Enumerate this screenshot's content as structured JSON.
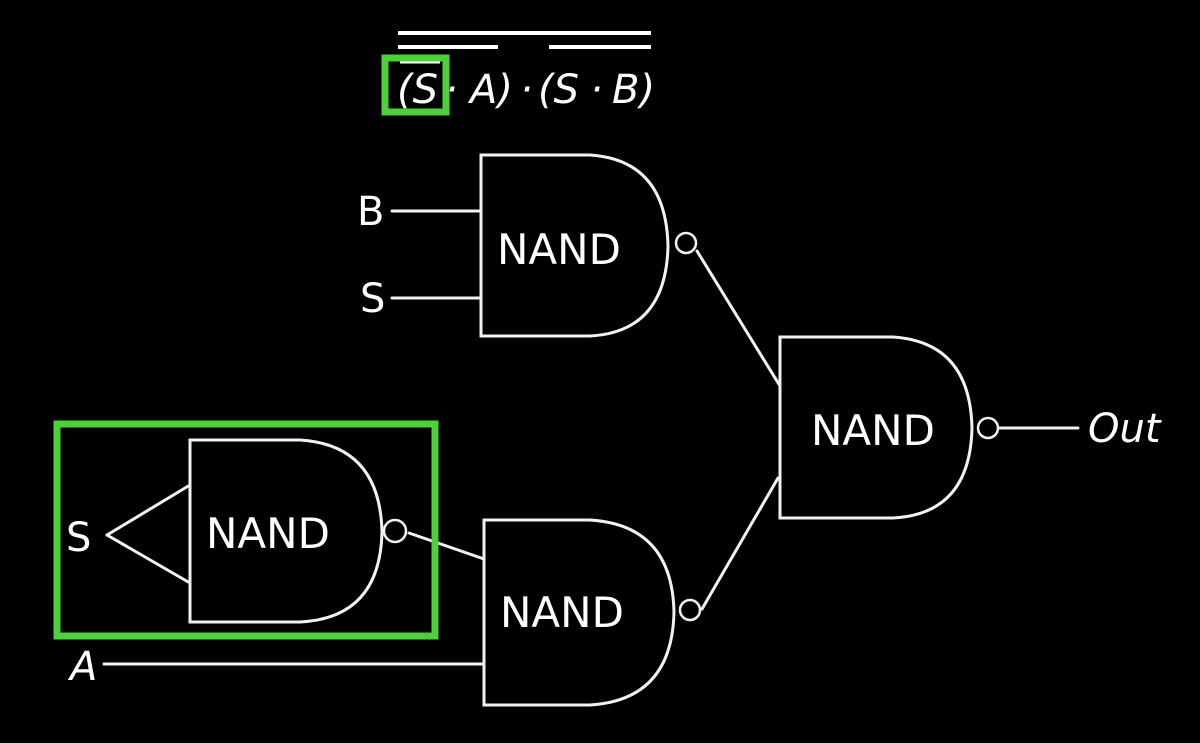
{
  "expression": {
    "tokens": [
      "(S",
      "·",
      "A)",
      "·",
      "(S",
      "·",
      "B)"
    ],
    "text": "(S̄ · A)‾ · (S · B)‾ ‾",
    "highlighted_token": "S",
    "highlight_color": "#4cd13a"
  },
  "gates": [
    {
      "id": "gate-top",
      "label": "NAND"
    },
    {
      "id": "gate-inverter",
      "label": "NAND"
    },
    {
      "id": "gate-bottom",
      "label": "NAND"
    },
    {
      "id": "gate-output",
      "label": "NAND"
    }
  ],
  "inputs": {
    "b_label": "B",
    "s_top_label": "S",
    "s_inverter_label": "S",
    "a_label": "A"
  },
  "output": {
    "label": "Out"
  },
  "highlight_box": {
    "color": "#4cd13a",
    "target": "inverter NAND gate (S̄)"
  },
  "colors": {
    "background": "#000000",
    "chalk": "#f2f2f2",
    "highlight": "#4cd13a"
  }
}
